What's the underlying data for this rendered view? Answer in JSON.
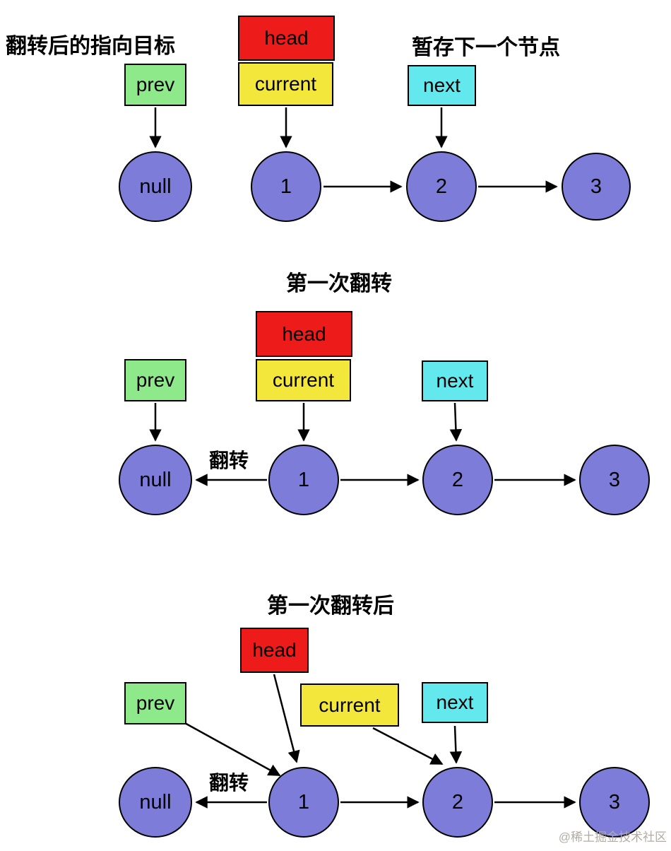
{
  "colors": {
    "red": "#ee1b1b",
    "yellow": "#f3e73b",
    "green": "#8ee98b",
    "cyan": "#63e8ee",
    "node": "#7d7dd9",
    "ink": "#000000",
    "watermark": "#b3aca4"
  },
  "boxes": {
    "head": "head",
    "current": "current",
    "prev": "prev",
    "next": "next"
  },
  "nodes": {
    "null": "null",
    "one": "1",
    "two": "2",
    "three": "3"
  },
  "sections": {
    "one": {
      "caption_left": "翻转后的指向目标",
      "caption_right": "暂存下一个节点"
    },
    "two": {
      "title": "第一次翻转",
      "flip_label": "翻转"
    },
    "three": {
      "title": "第一次翻转后",
      "flip_label": "翻转"
    }
  },
  "watermark": "@稀土掘金技术社区"
}
